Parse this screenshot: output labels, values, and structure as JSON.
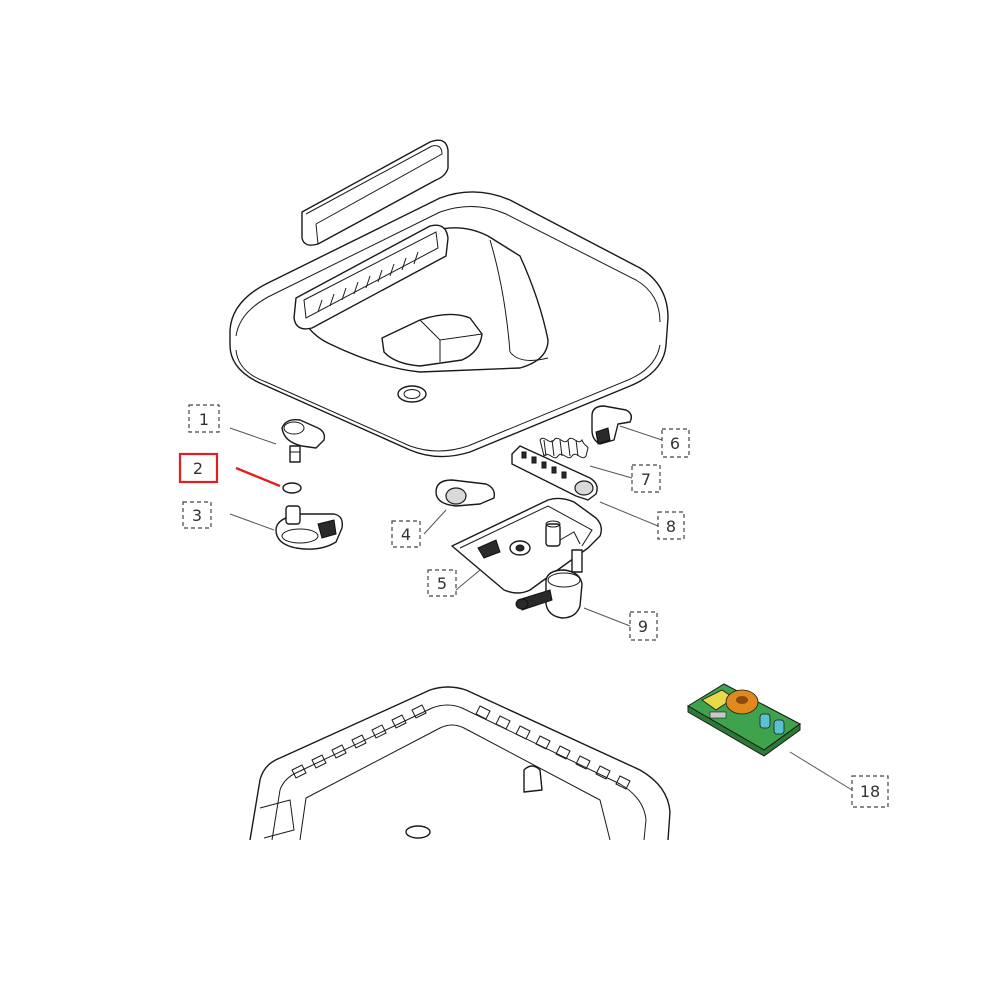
{
  "diagram": {
    "callouts": [
      {
        "label": "1"
      },
      {
        "label": "2",
        "highlighted": true
      },
      {
        "label": "3"
      },
      {
        "label": "4"
      },
      {
        "label": "5"
      },
      {
        "label": "6"
      },
      {
        "label": "7"
      },
      {
        "label": "8"
      },
      {
        "label": "9"
      },
      {
        "label": "18"
      }
    ],
    "colors": {
      "highlight": "#e02020",
      "line": "#1a1a1a",
      "pcb_green": "#3fa34d",
      "pcb_orange": "#e08a1e",
      "pcb_yellow": "#e8d84a",
      "pcb_cyan": "#5bc0d0"
    }
  }
}
